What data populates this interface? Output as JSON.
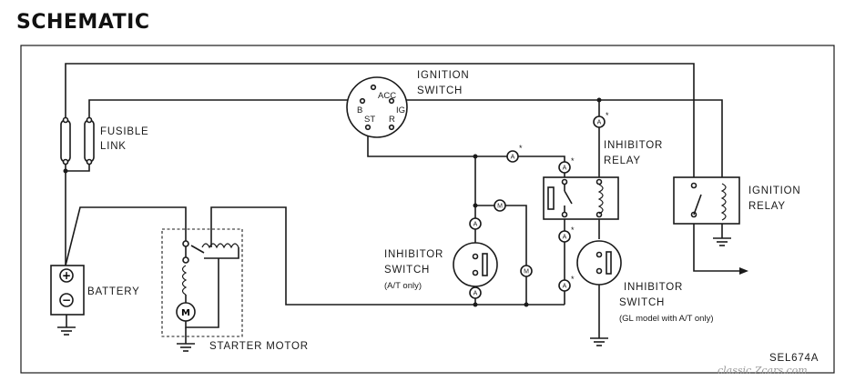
{
  "title": "SCHEMATIC",
  "labels": {
    "fusible_link": [
      "FUSIBLE",
      "LINK"
    ],
    "battery": "BATTERY",
    "starter_motor": "STARTER MOTOR",
    "ignition_switch": [
      "IGNITION",
      "SWITCH"
    ],
    "ignition_terminals": {
      "acc": "ACC",
      "b": "B",
      "ig": "IG",
      "st": "ST",
      "r": "R"
    },
    "inhibitor_relay": [
      "INHIBITOR",
      "RELAY"
    ],
    "ignition_relay": [
      "IGNITION",
      "RELAY"
    ],
    "inhibitor_switch_at": [
      "INHIBITOR",
      "SWITCH",
      "(A/T only)"
    ],
    "inhibitor_switch_gl": [
      "INHIBITOR",
      "SWITCH",
      "(GL model with A/T only)"
    ],
    "code": "SEL674A",
    "watermark": "classic Zcars.com"
  },
  "markers": {
    "connector_a": "A",
    "connector_m": "M",
    "asterisk": "*",
    "plus": "+",
    "minus": "−",
    "motor": "M"
  }
}
